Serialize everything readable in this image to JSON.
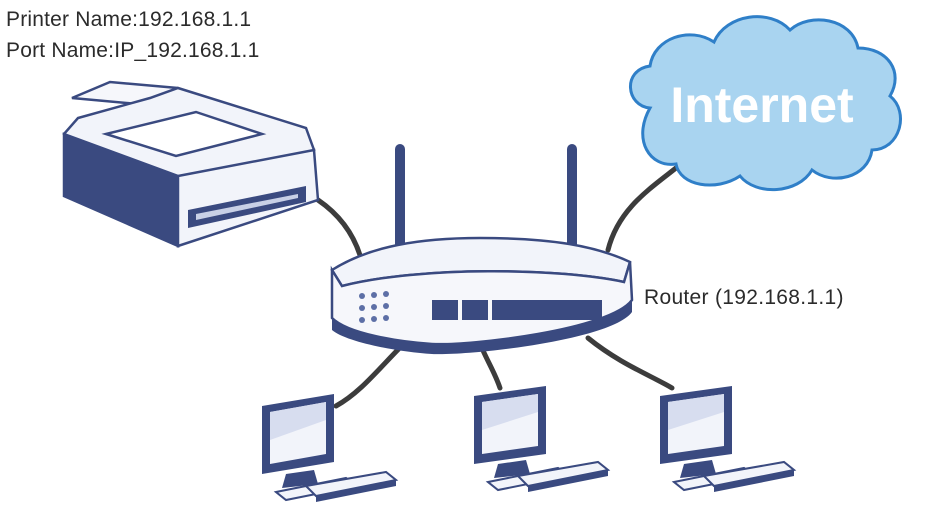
{
  "printer": {
    "name_line": "Printer Name:192.168.1.1",
    "port_line": "Port Name:IP_192.168.1.1"
  },
  "cloud": {
    "label": "Internet"
  },
  "router": {
    "label": "Router (192.168.1.1)"
  },
  "colors": {
    "device_dark": "#3a4a80",
    "device_mid": "#5d6fa6",
    "device_light": "#f2f4fa",
    "cable": "#3c3c3c",
    "cloud_fill": "#a9d4f0",
    "cloud_stroke": "#2f7fc8",
    "text": "#2b2b2b"
  }
}
